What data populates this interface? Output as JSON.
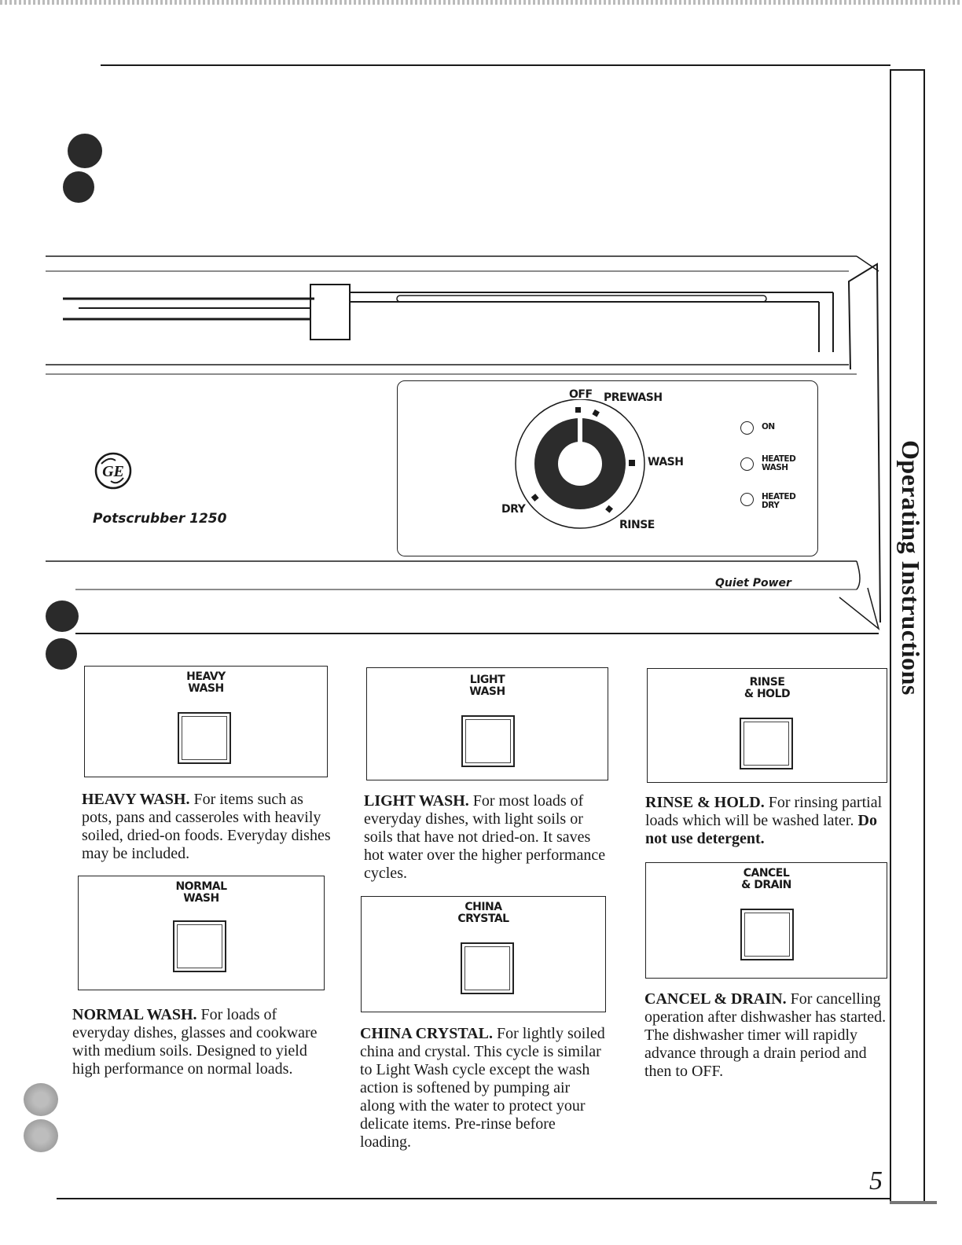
{
  "side_heading": "Operating Instructions",
  "page_number": "5",
  "panel": {
    "logo_text": "GE",
    "model": "Potscrubber 1250",
    "brand_strip": "Quiet Power",
    "dial": {
      "off": "OFF",
      "prewash": "PREWASH",
      "wash": "WASH",
      "rinse": "RINSE",
      "dry": "DRY"
    },
    "indicators": [
      {
        "line1": "ON",
        "line2": ""
      },
      {
        "line1": "HEATED",
        "line2": "WASH"
      },
      {
        "line1": "HEATED",
        "line2": "DRY"
      }
    ]
  },
  "buttons": {
    "heavy": {
      "line1": "HEAVY",
      "line2": "WASH"
    },
    "light": {
      "line1": "LIGHT",
      "line2": "WASH"
    },
    "rinse": {
      "line1": "RINSE",
      "line2": "& HOLD"
    },
    "normal": {
      "line1": "NORMAL",
      "line2": "WASH"
    },
    "china": {
      "line1": "CHINA",
      "line2": "CRYSTAL"
    },
    "cancel": {
      "line1": "CANCEL",
      "line2": "& DRAIN"
    }
  },
  "descriptions": {
    "heavy": {
      "title": "HEAVY WASH.",
      "text": " For items such as pots, pans and casseroles with heavily soiled, dried-on foods. Everyday dishes may be included."
    },
    "light": {
      "title": "LIGHT WASH.",
      "text": " For most loads of everyday dishes, with light soils or soils that have not dried-on. It saves hot water over the higher performance cycles."
    },
    "rinse": {
      "title": "RINSE & HOLD.",
      "text": " For rinsing partial loads which will be washed later. ",
      "bold_tail": "Do not use detergent."
    },
    "normal": {
      "title": "NORMAL WASH.",
      "text": " For loads of everyday dishes, glasses and cookware with medium soils. Designed to yield high performance on normal loads."
    },
    "china": {
      "title": "CHINA CRYSTAL.",
      "text": " For lightly soiled china and crystal. This cycle is similar to Light Wash cycle except the wash action is softened by pumping air along with the water to protect your delicate items. Pre-rinse before loading."
    },
    "cancel": {
      "title": "CANCEL & DRAIN.",
      "text": " For cancelling operation after dishwasher has started. The dishwasher timer will rapidly advance through a drain period and then to OFF."
    }
  }
}
